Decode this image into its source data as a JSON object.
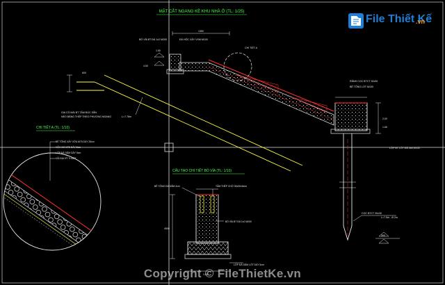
{
  "drawing": {
    "title_main": "MẶT CẮT NGANG KÈ KHU NHÀ Ở (TL: 1/25)",
    "title_detail_a": "CHI TIẾT A (TL: 1/10)",
    "title_curb": "CẤU TẠO CHI TIẾT BÓ VỈA (TL: 1/10)",
    "detail_a_marker": "CHI TIẾT A",
    "notes_top": [
      "BÓ VỈA BT ĐÁ 1x2 M200",
      "ĐÁ HỘC XÂY VXM M100"
    ],
    "notes_left": [
      "GIA CỐ MÁI BT TẤM ĐÚC SẴN",
      "NEO BẰNG THÉP THEO PHƯƠNG NGANG",
      "L=7.78m"
    ],
    "notes_right": [
      "RÃNH CỌC BTCT 30x30",
      "BÊ TÔNG LÓT M100",
      "LỚP BT LÓT ĐÁ 4x6 M100"
    ],
    "notes_detail_a": [
      "BÊ TÔNG XÂY VỮA M75 DÀY 25cm",
      "VỮA XM M75 DÀY 5cm",
      "LỚP ĐÁ DĂM DÀY 5cm",
      "VẢI ĐỊA KỸ THUẬT"
    ],
    "notes_curb": [
      "BÊ TÔNG ĐÁ DĂM 2cm",
      "TẤM THÉP CHỜ 30x30x3mm",
      "BÓ VỈA BT ĐÁ 1x2 M200",
      "LỚP ĐÁ DĂM LÓT DÀY 5cm"
    ],
    "notes_pile": [
      "CỌC BTCT 30x30",
      "L=7.5m , Ø 2m"
    ],
    "dims": [
      "1350",
      "4.50",
      "1.50",
      "600",
      "4500",
      "2.00",
      "1.66",
      "1.00",
      "300"
    ]
  },
  "logo": {
    "text": "File Thiết Kế",
    "domain": ".vn",
    "icon": "file-folder-icon"
  },
  "watermark": "Copyright © FileThietKe.vn",
  "colors": {
    "background": "#000000",
    "line_white": "#e8e8e8",
    "line_yellow": "#ffff40",
    "line_red": "#ff3030",
    "text_green": "#4cff4c",
    "logo_blue": "#1e7fd6",
    "logo_orange": "#f39c12"
  }
}
